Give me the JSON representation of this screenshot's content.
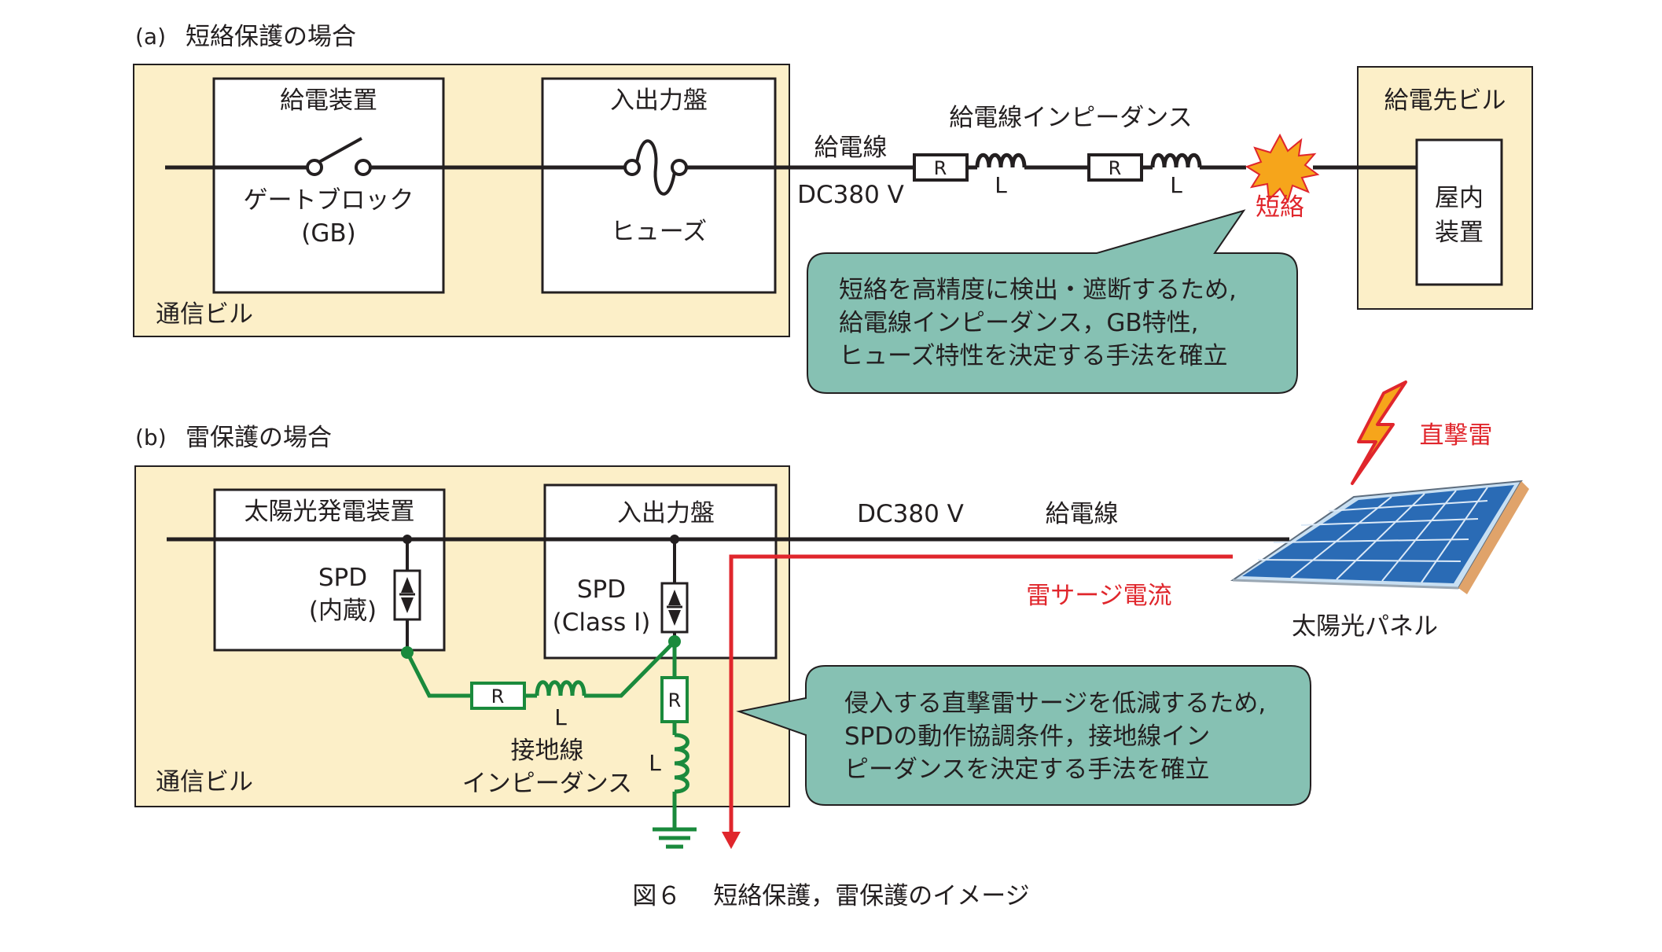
{
  "section_a": {
    "label": "(a)",
    "title": "短絡保護の場合",
    "building_label": "通信ビル",
    "power_unit": {
      "title": "給電装置",
      "switch_label_1": "ゲートブロック",
      "switch_label_2": "(GB)"
    },
    "io_panel": {
      "title": "入出力盤",
      "fuse_label": "ヒューズ"
    },
    "cable_label": "給電線",
    "voltage_label": "DC380 V",
    "impedance_label": "給電線インピーダンス",
    "r_label": "R",
    "l_label": "L",
    "short_label": "短絡",
    "dest_building": {
      "title": "給電先ビル",
      "device_line1": "屋内",
      "device_line2": "装置"
    },
    "callout": [
      "短絡を高精度に検出・遮断するため,",
      "給電線インピーダンス，GB特性,",
      "ヒューズ特性を決定する手法を確立"
    ]
  },
  "section_b": {
    "label": "(b)",
    "title": "雷保護の場合",
    "building_label": "通信ビル",
    "solar_unit": {
      "title": "太陽光発電装置",
      "spd_line1": "SPD",
      "spd_line2": "(内蔵)"
    },
    "io_panel": {
      "title": "入出力盤",
      "spd_line1": "SPD",
      "spd_line2": "(Class I)"
    },
    "voltage_label": "DC380 V",
    "cable_label": "給電線",
    "ground_impedance_line1": "接地線",
    "ground_impedance_line2": "インピーダンス",
    "r_label": "R",
    "l_label": "L",
    "strike_label": "直撃雷",
    "surge_label": "雷サージ電流",
    "panel_label": "太陽光パネル",
    "callout": [
      "侵入する直撃雷サージを低減するため,",
      "SPDの動作協調条件，接地線イン",
      "ピーダンスを決定する手法を確立"
    ]
  },
  "caption": "図６　 短絡保護，雷保護のイメージ",
  "colors": {
    "building_fill": "#fcefc8",
    "callout_fill": "#86c1b3",
    "ground_wire": "#1a8a3c",
    "surge": "#e0262c",
    "spark": "#f6a51b",
    "panel_blue": "#2a6bb5"
  }
}
